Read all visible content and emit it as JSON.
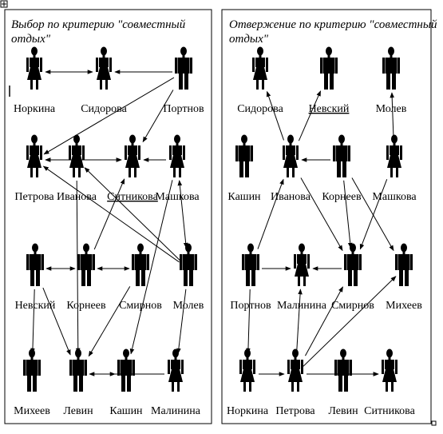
{
  "header_fragment": "",
  "panels": [
    {
      "id": "left",
      "title_line1": "Выбор по критерию \"совместный",
      "title_line2": "отдых\"",
      "names": [
        {
          "key": "Norkina",
          "text": "Норкина",
          "sex": "f"
        },
        {
          "key": "Sidorova",
          "text": "Сидорова",
          "sex": "f"
        },
        {
          "key": "Portnov",
          "text": "Портнов",
          "sex": "m"
        },
        {
          "key": "Petrova",
          "text": "Петрова",
          "sex": "f"
        },
        {
          "key": "Ivanova",
          "text": "Иванова",
          "sex": "f"
        },
        {
          "key": "Sitnikova",
          "text": "Ситникова",
          "sex": "f"
        },
        {
          "key": "Mashkova",
          "text": "Машкова",
          "sex": "f"
        },
        {
          "key": "Nevsky",
          "text": "Невский",
          "sex": "m"
        },
        {
          "key": "Korneev",
          "text": "Корнеев",
          "sex": "m"
        },
        {
          "key": "Smirnov",
          "text": "Смирнов",
          "sex": "m"
        },
        {
          "key": "Molev",
          "text": "Молев",
          "sex": "m"
        },
        {
          "key": "Miheev",
          "text": "Михеев",
          "sex": "m"
        },
        {
          "key": "Levin",
          "text": "Левин",
          "sex": "m"
        },
        {
          "key": "Kashin",
          "text": "Кашин",
          "sex": "m"
        },
        {
          "key": "Malinina",
          "text": "Малинина",
          "sex": "f"
        }
      ]
    },
    {
      "id": "right",
      "title_line1": "Отвержение по критерию \"совместный",
      "title_line2": "отдых\"",
      "names": [
        {
          "key": "Sidorova",
          "text": "Сидорова",
          "sex": "f"
        },
        {
          "key": "Nevsky",
          "text": "Невский",
          "sex": "m"
        },
        {
          "key": "Molev",
          "text": "Молев",
          "sex": "m"
        },
        {
          "key": "Kashin",
          "text": "Кашин",
          "sex": "m"
        },
        {
          "key": "Ivanova",
          "text": "Иванова",
          "sex": "f"
        },
        {
          "key": "Korneev",
          "text": "Корнеев",
          "sex": "m"
        },
        {
          "key": "Mashkova",
          "text": "Машкова",
          "sex": "f"
        },
        {
          "key": "Portnov",
          "text": "Портнов",
          "sex": "m"
        },
        {
          "key": "Malinina",
          "text": "Малинина",
          "sex": "f"
        },
        {
          "key": "Smirnov",
          "text": "Смирнов",
          "sex": "m"
        },
        {
          "key": "Miheev",
          "text": "Михеев",
          "sex": "m"
        },
        {
          "key": "Norkina",
          "text": "Норкина",
          "sex": "f"
        },
        {
          "key": "Petrova",
          "text": "Петрова",
          "sex": "f"
        },
        {
          "key": "Levin",
          "text": "Левин",
          "sex": "m"
        },
        {
          "key": "Sitnikova",
          "text": "Ситникова",
          "sex": "f"
        }
      ]
    }
  ],
  "edges_left": [
    {
      "from": "Norkina",
      "to": "Sidorova",
      "both": true
    },
    {
      "from": "Portnov",
      "to": "Sidorova"
    },
    {
      "from": "Portnov",
      "to": "Petrova"
    },
    {
      "from": "Portnov",
      "to": "Sitnikova"
    },
    {
      "from": "Mashkova",
      "to": "Molev",
      "both": true
    },
    {
      "from": "Mashkova",
      "to": "Sitnikova"
    },
    {
      "from": "Petrova",
      "to": "Sitnikova",
      "both": true
    },
    {
      "from": "Ivanova",
      "to": "Sitnikova"
    },
    {
      "from": "Ivanova",
      "to": "Petrova"
    },
    {
      "from": "Nevsky",
      "to": "Korneev",
      "both": true
    },
    {
      "from": "Korneev",
      "to": "Smirnov",
      "both": true
    },
    {
      "from": "Korneev",
      "to": "Sitnikova"
    },
    {
      "from": "Molev",
      "to": "Ivanova"
    },
    {
      "from": "Molev",
      "to": "Petrova"
    },
    {
      "from": "Nevsky",
      "to": "Miheev"
    },
    {
      "from": "Nevsky",
      "to": "Levin"
    },
    {
      "from": "Smirnov",
      "to": "Levin"
    },
    {
      "from": "Ivanova",
      "to": "Levin"
    },
    {
      "from": "Levin",
      "to": "Kashin"
    },
    {
      "from": "Molev",
      "to": "Malinina"
    },
    {
      "from": "Mashkova",
      "to": "Kashin"
    },
    {
      "from": "Malinina",
      "to": "Levin"
    }
  ],
  "edges_right": [
    {
      "from": "Ivanova",
      "to": "Sidorova"
    },
    {
      "from": "Ivanova",
      "to": "Nevsky"
    },
    {
      "from": "Mashkova",
      "to": "Molev"
    },
    {
      "from": "Korneev",
      "to": "Ivanova"
    },
    {
      "from": "Mashkova",
      "to": "Smirnov"
    },
    {
      "from": "Korneev",
      "to": "Smirnov"
    },
    {
      "from": "Korneev",
      "to": "Miheev"
    },
    {
      "from": "Ivanova",
      "to": "Smirnov"
    },
    {
      "from": "Portnov",
      "to": "Ivanova"
    },
    {
      "from": "Portnov",
      "to": "Malinina"
    },
    {
      "from": "Smirnov",
      "to": "Malinina"
    },
    {
      "from": "Portnov",
      "to": "Norkina"
    },
    {
      "from": "Norkina",
      "to": "Petrova"
    },
    {
      "from": "Petrova",
      "to": "Malinina"
    },
    {
      "from": "Petrova",
      "to": "Smirnov"
    },
    {
      "from": "Petrova",
      "to": "Miheev"
    },
    {
      "from": "Petrova",
      "to": "Sitnikova"
    },
    {
      "from": "Levin",
      "to": "Sitnikova"
    }
  ]
}
